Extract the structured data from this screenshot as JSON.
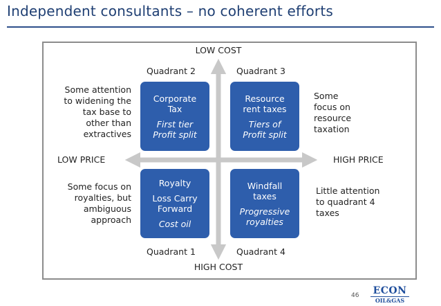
{
  "slide": {
    "title": "Independent consultants – no coherent efforts",
    "page_number": "46"
  },
  "axes": {
    "top": "LOW COST",
    "bottom": "HIGH COST",
    "left": "LOW PRICE",
    "right": "HIGH PRICE"
  },
  "quadrants": {
    "q1": "Quadrant 1",
    "q2": "Quadrant 2",
    "q3": "Quadrant 3",
    "q4": "Quadrant 4"
  },
  "boxes": {
    "top_left": {
      "lines": [
        "Corporate",
        "Tax"
      ],
      "italic": [
        "First tier",
        "Profit split"
      ]
    },
    "top_right": {
      "lines": [
        "Resource",
        "rent taxes"
      ],
      "italic": [
        "Tiers of",
        "Profit split"
      ]
    },
    "bottom_left": {
      "lines": [
        "Royalty",
        "Loss Carry",
        "Forward"
      ],
      "italic": [
        "Cost oil"
      ]
    },
    "bottom_right": {
      "lines": [
        "Windfall",
        "taxes"
      ],
      "italic": [
        "Progressive",
        "royalties"
      ]
    }
  },
  "notes": {
    "top_left": [
      "Some attention",
      "to widening the",
      "tax base to",
      "other than",
      "extractives"
    ],
    "bottom_left": [
      "Some focus on",
      "royalties, but",
      "ambiguous",
      "approach"
    ],
    "top_right": [
      "Some",
      "focus on",
      "resource",
      "taxation"
    ],
    "bottom_right": [
      "Little attention",
      "to quadrant 4",
      "taxes"
    ]
  },
  "logo": {
    "top": "ECON",
    "bottom": "OIL&GAS"
  },
  "colors": {
    "title": "#1f3f73",
    "box": "#2e5eac",
    "arrow": "#c8c8c8",
    "frame": "#8c8c8c"
  }
}
